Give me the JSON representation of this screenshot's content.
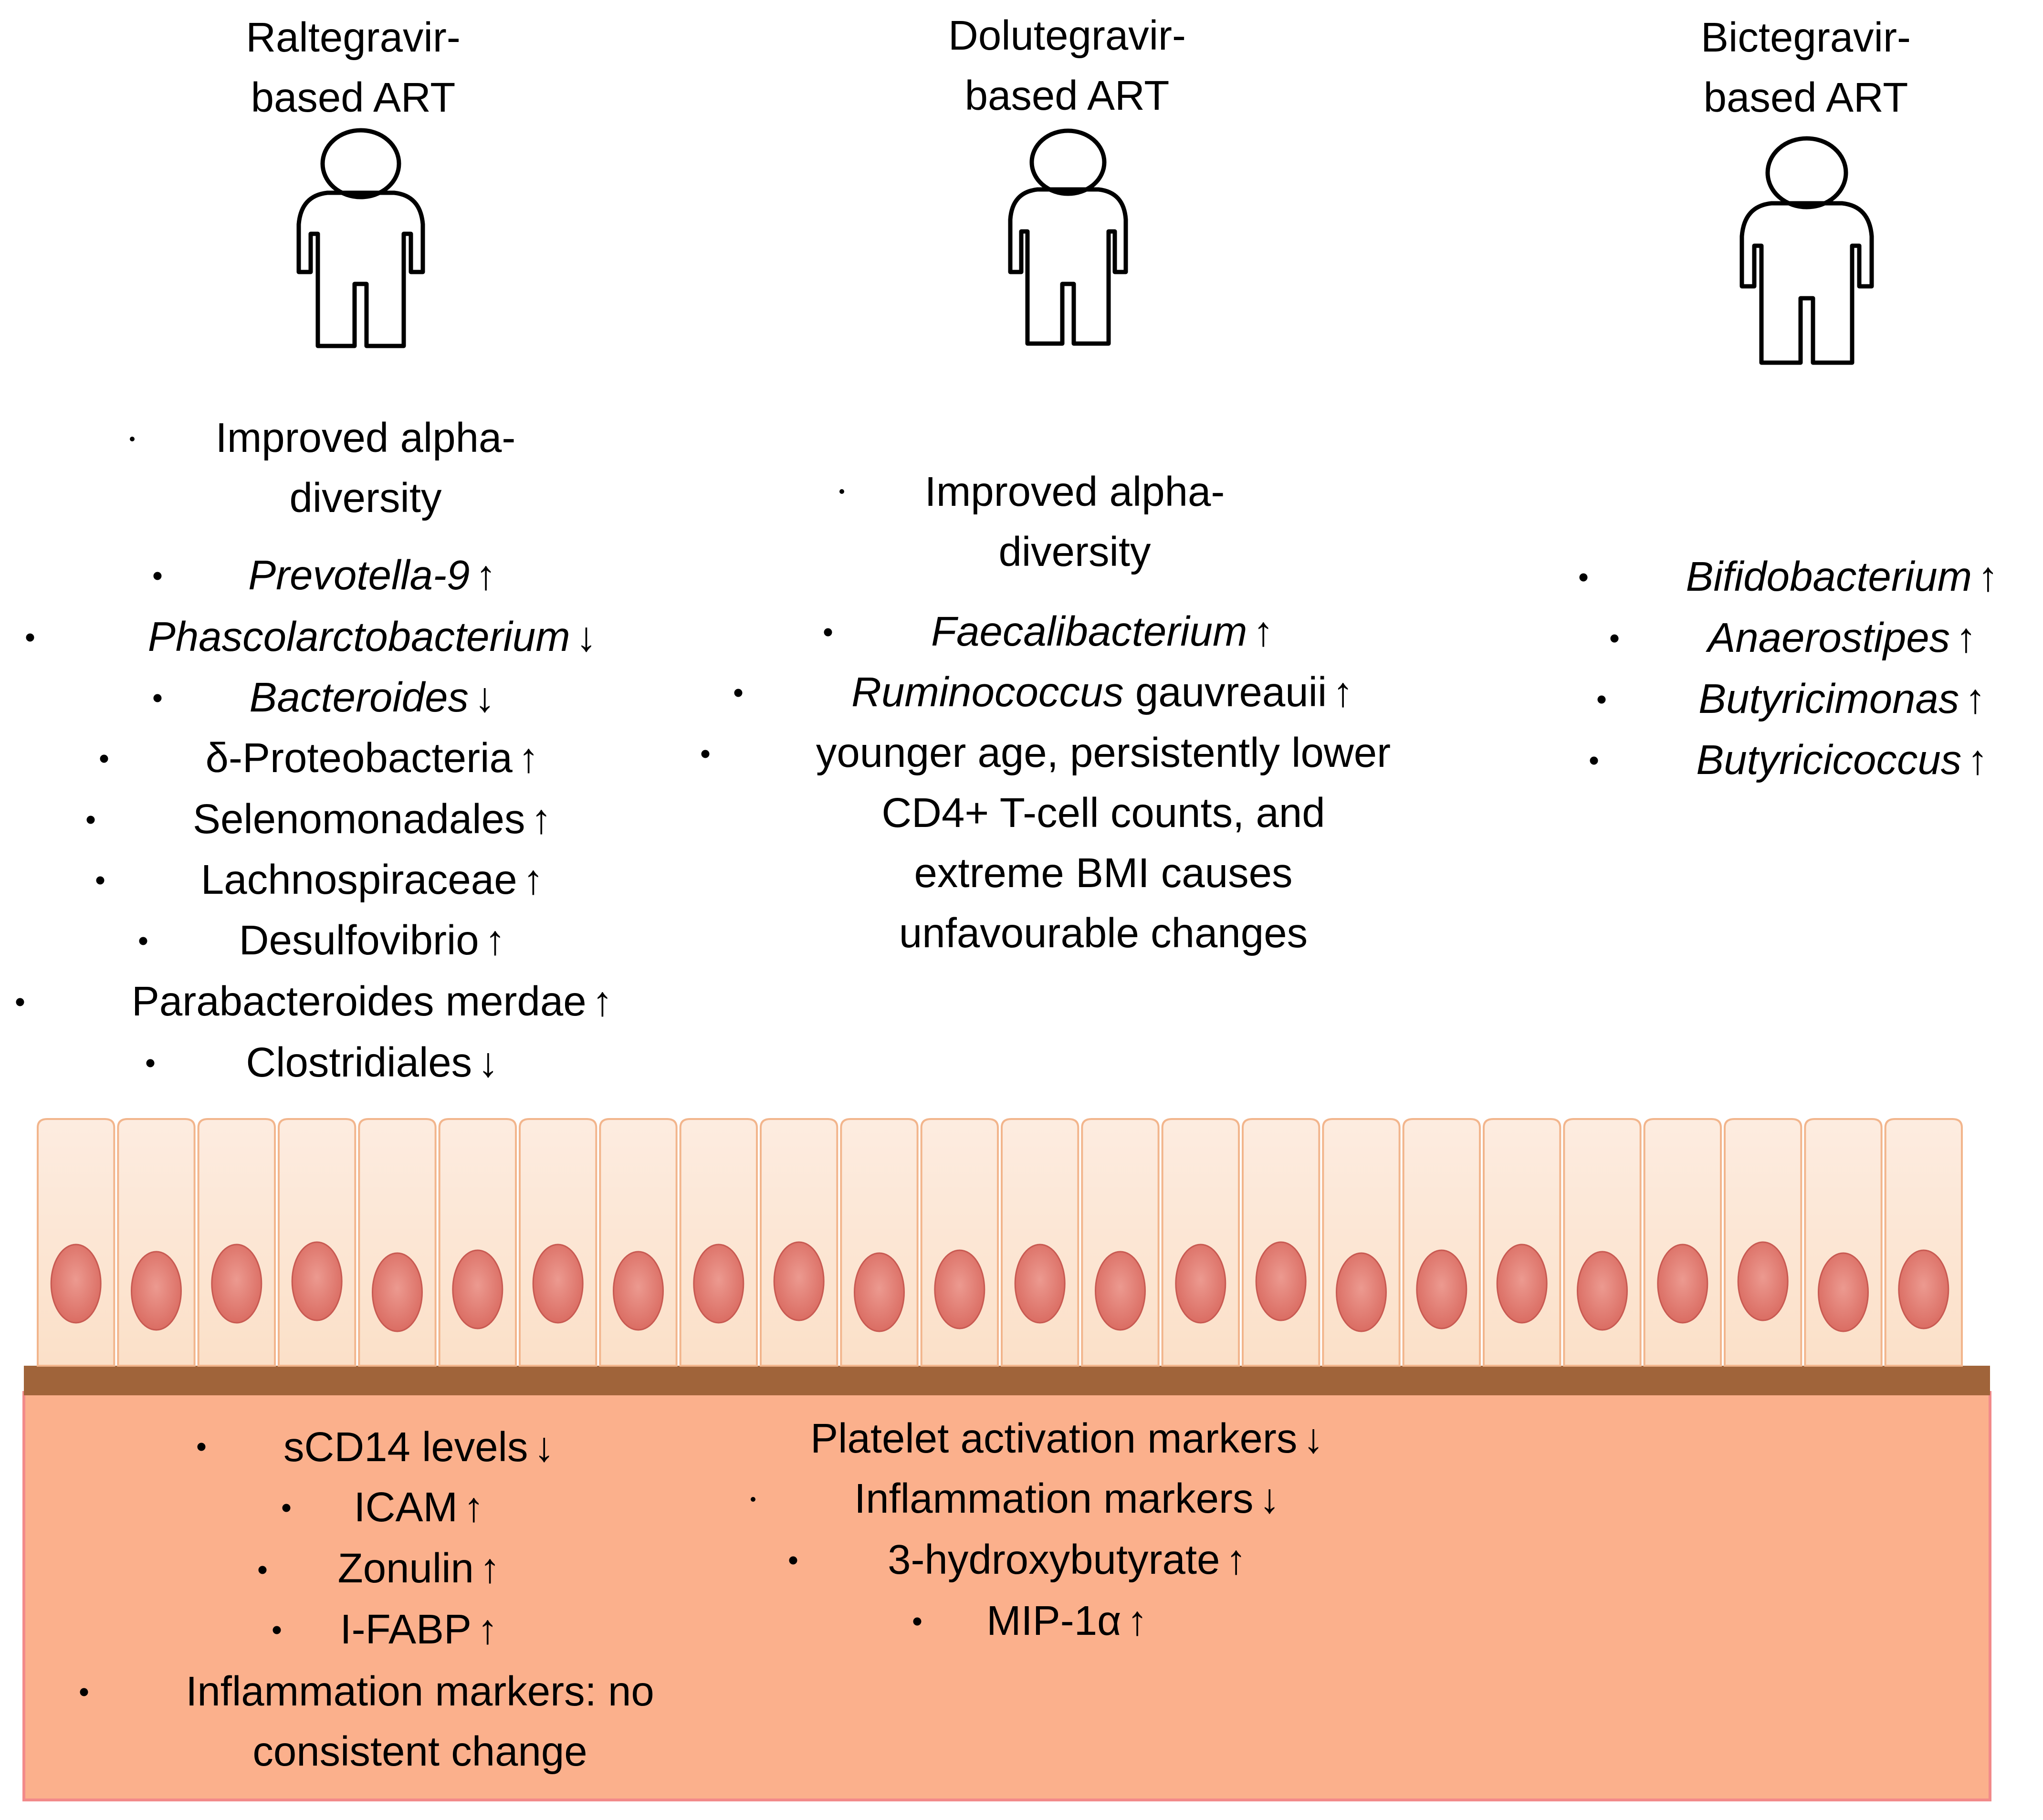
{
  "columns": [
    {
      "id": "raltegravir",
      "header": [
        "Raltegravir-",
        "based ART"
      ],
      "microbiome": [
        {
          "lines": [
            "Improved alpha-",
            "diversity"
          ]
        },
        {
          "name": "Prevotella-9",
          "italic": true,
          "arrow": "↑"
        },
        {
          "name": "Phascolarctobacterium",
          "italic": true,
          "arrow": "↓"
        },
        {
          "name": "Bacteroides",
          "italic": true,
          "arrow": "↓"
        },
        {
          "name": "δ-Proteobacteria",
          "italic": false,
          "arrow": "↑"
        },
        {
          "name": "Selenomonadales",
          "italic": false,
          "arrow": "↑"
        },
        {
          "name": "Lachnospiraceae",
          "italic": false,
          "arrow": "↑"
        },
        {
          "name": "Desulfovibrio",
          "italic": false,
          "arrow": "↑"
        },
        {
          "name": "Parabacteroides merdae",
          "italic": false,
          "arrow": "↑"
        },
        {
          "name": "Clostridiales",
          "italic": false,
          "arrow": "↓"
        }
      ],
      "markers": [
        {
          "name": "sCD14 levels",
          "arrow": "↓"
        },
        {
          "name": "ICAM",
          "arrow": "↑"
        },
        {
          "name": "Zonulin",
          "arrow": "↑"
        },
        {
          "name": "I-FABP",
          "arrow": "↑"
        },
        {
          "lines": [
            "Inflammation markers: no",
            "consistent change"
          ]
        }
      ]
    },
    {
      "id": "dolutegravir",
      "header": [
        "Dolutegravir-",
        "based ART"
      ],
      "microbiome": [
        {
          "lines": [
            "Improved alpha-",
            "diversity"
          ]
        },
        {
          "name": "Faecalibacterium",
          "italic": true,
          "arrow": "↑"
        },
        {
          "name": "Ruminococcus",
          "suffix": "gauvreauii",
          "italic": true,
          "arrow": "↑"
        },
        {
          "lines": [
            "younger age, persistently lower",
            "CD4+ T-cell counts, and",
            "extreme BMI causes",
            "unfavourable changes"
          ]
        }
      ],
      "markers": [
        {
          "name": "Platelet activation markers",
          "arrow": "↓"
        },
        {
          "name": "Inflammation markers",
          "arrow": "↓"
        },
        {
          "name": "3-hydroxybutyrate",
          "arrow": "↑"
        },
        {
          "name": "MIP-1α",
          "arrow": "↑"
        }
      ]
    },
    {
      "id": "bictegravir",
      "header": [
        "Bictegravir-",
        "based ART"
      ],
      "microbiome": [
        {
          "name": "Bifidobacterium",
          "italic": true,
          "arrow": "↑"
        },
        {
          "name": "Anaerostipes",
          "italic": true,
          "arrow": "↑"
        },
        {
          "name": "Butyricimonas",
          "italic": true,
          "arrow": "↑"
        },
        {
          "name": "Butyricicoccus",
          "italic": true,
          "arrow": "↑"
        }
      ]
    }
  ],
  "colors": {
    "cell_fill": "#fde7d4",
    "cell_stroke": "#f2b58c",
    "nucleus": "#e4837a",
    "basement": "#a0643a",
    "lamina": "#fbb08c",
    "lamina_border": "#f28a8a"
  },
  "icons": [
    "person-icon"
  ]
}
